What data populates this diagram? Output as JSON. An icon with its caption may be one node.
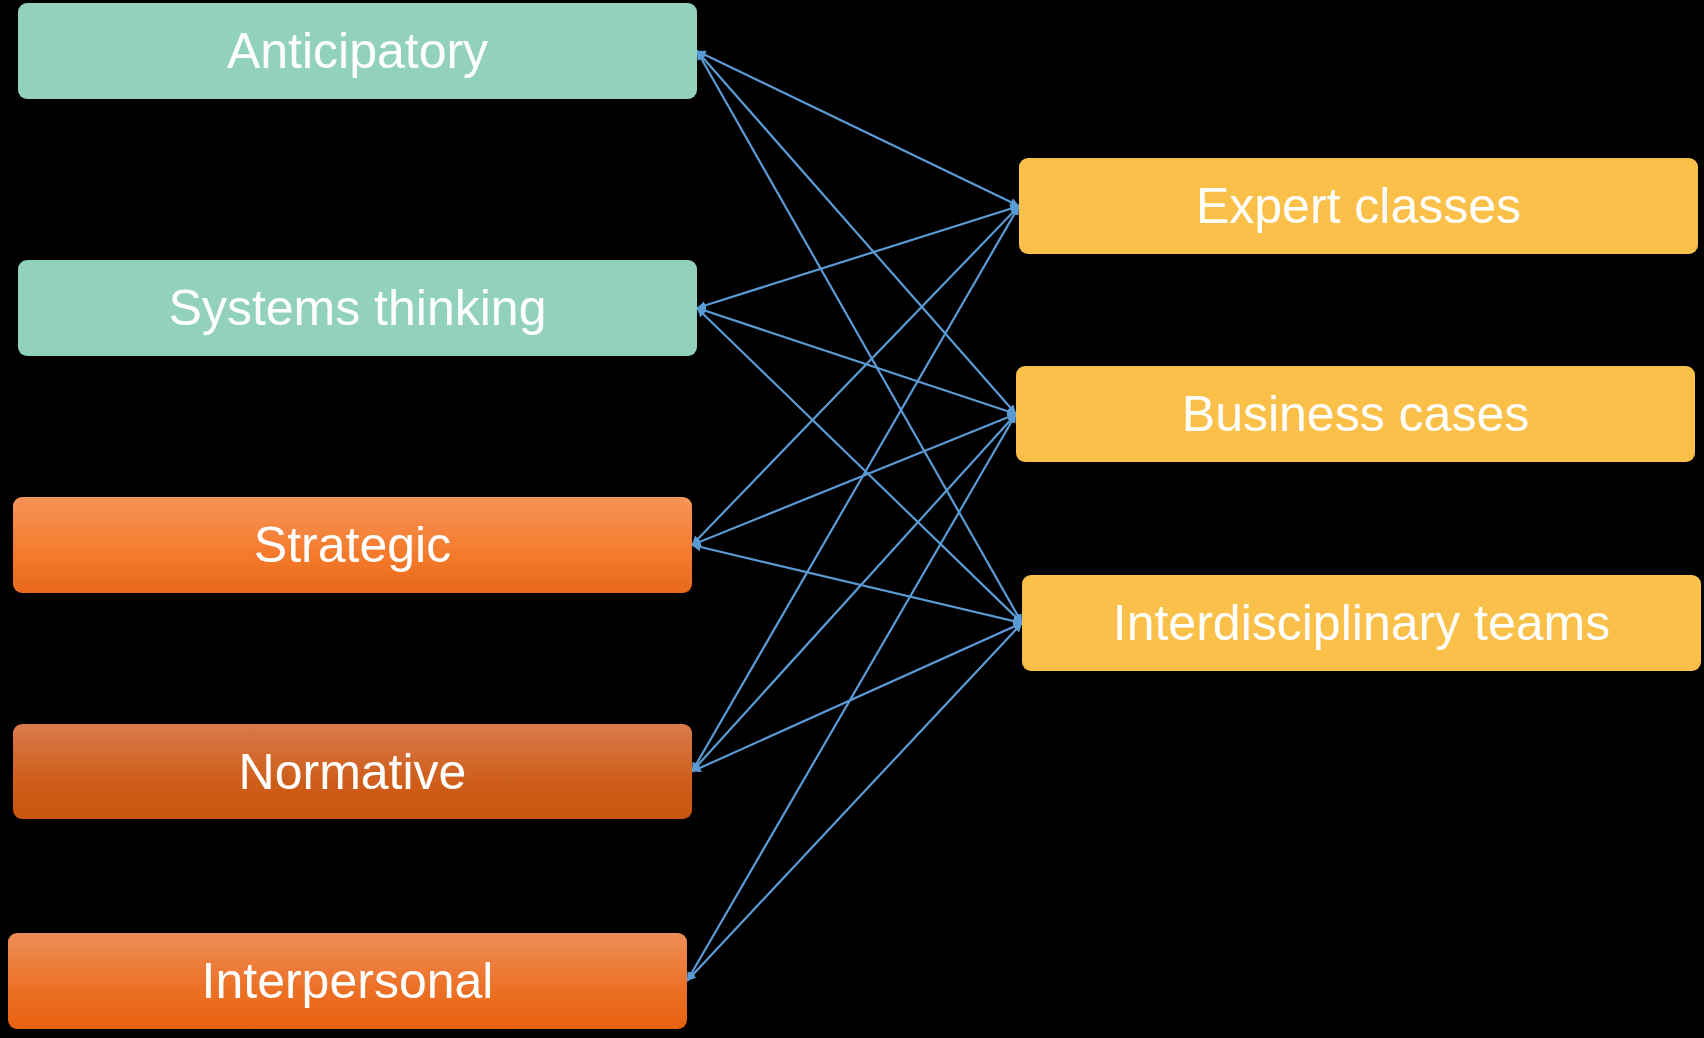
{
  "diagram": {
    "nodes": [
      {
        "text": [
          "Anticipatory"
        ]
      },
      {
        "text": [
          "Systems thinking"
        ]
      },
      {
        "text": [
          "Strategic"
        ]
      },
      {
        "text": [
          "Normative"
        ]
      },
      {
        "text": [
          "Interpersonal"
        ]
      },
      {
        "text": [
          "Expert classes"
        ]
      },
      {
        "text": [
          "Business cases"
        ]
      },
      {
        "text": [
          "Interdisciplinary teams"
        ]
      }
    ],
    "edges": [
      {
        "from": 0,
        "to": 5,
        "arrow": "both"
      },
      {
        "from": 0,
        "to": 6,
        "arrow": "both"
      },
      {
        "from": 0,
        "to": 7,
        "arrow": "both"
      },
      {
        "from": 1,
        "to": 5,
        "arrow": "both"
      },
      {
        "from": 1,
        "to": 6,
        "arrow": "both"
      },
      {
        "from": 1,
        "to": 7,
        "arrow": "both"
      },
      {
        "from": 2,
        "to": 5,
        "arrow": "both"
      },
      {
        "from": 2,
        "to": 6,
        "arrow": "both"
      },
      {
        "from": 2,
        "to": 7,
        "arrow": "both"
      },
      {
        "from": 3,
        "to": 5,
        "arrow": "both"
      },
      {
        "from": 3,
        "to": 6,
        "arrow": "both"
      },
      {
        "from": 3,
        "to": 7,
        "arrow": "both"
      },
      {
        "from": 4,
        "to": 6,
        "arrow": "both"
      },
      {
        "from": 4,
        "to": 7,
        "arrow": "both"
      }
    ]
  }
}
